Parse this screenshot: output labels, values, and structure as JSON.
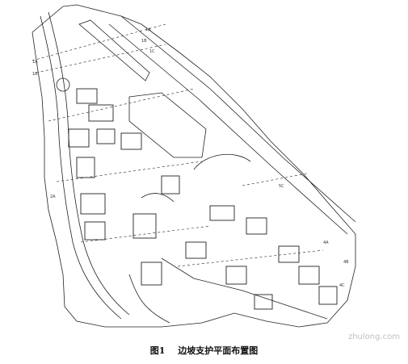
{
  "caption": {
    "figure_number": "图1",
    "title": "边坡支护平面布置图"
  },
  "watermark": {
    "text": "zhulong.com",
    "color": "#bfbfbf"
  },
  "section_labels": [
    "1A",
    "1B",
    "1C",
    "1A",
    "1B",
    "2A",
    "5C",
    "4A",
    "4B",
    "4C"
  ],
  "colors": {
    "line": "#222222",
    "paper": "#ffffff"
  }
}
